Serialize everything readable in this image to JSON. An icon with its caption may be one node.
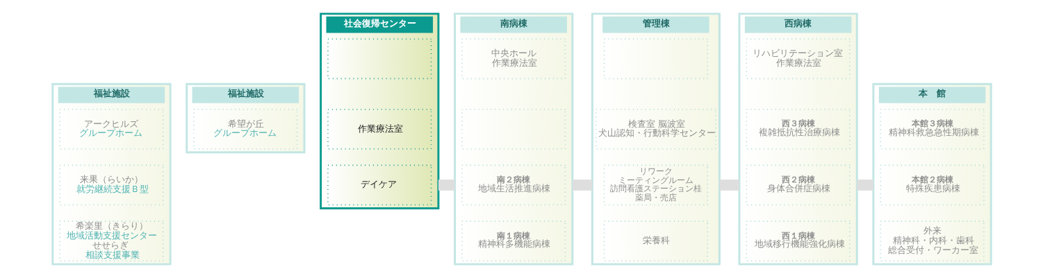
{
  "diagram": {
    "nodes": [
      {
        "text": [
          "福祉施設"
        ]
      },
      {
        "text": [
          "アークヒルズ",
          "グループホーム"
        ],
        "in": 0
      },
      {
        "text": [
          "来果（らいか）",
          "就労継続支援Ｂ型"
        ],
        "in": 0
      },
      {
        "text": [
          "希楽里（きらり）",
          "地域活動支援センター",
          "せせらぎ",
          "相談支援事業"
        ],
        "in": 0
      },
      {
        "text": [
          "福祉施設"
        ]
      },
      {
        "text": [
          "希望が丘",
          "グループホーム"
        ],
        "in": 4
      },
      {
        "text": [
          "社会復帰センター"
        ]
      },
      {
        "text": [],
        "shape": "box",
        "in": 6
      },
      {
        "text": [
          "作業療法室"
        ],
        "in": 6
      },
      {
        "text": [
          "デイケア"
        ],
        "in": 6
      },
      {
        "text": [
          "南病棟"
        ]
      },
      {
        "text": [
          "中央ホール",
          "作業療法室"
        ],
        "in": 10
      },
      {
        "text": [],
        "shape": "box",
        "in": 10
      },
      {
        "text": [
          "南２病棟",
          "地域生活推進病棟"
        ],
        "in": 10
      },
      {
        "text": [
          "南１病棟",
          "精神科多機能病棟"
        ],
        "in": 10
      },
      {
        "text": [
          "管理棟"
        ]
      },
      {
        "text": [],
        "shape": "box",
        "in": 15
      },
      {
        "text": [
          "検査室 脳波室",
          "犬山認知・行動科学センター"
        ],
        "in": 15
      },
      {
        "text": [
          "リワーク",
          "ミーティングルーム",
          "訪問看護ステーション桂",
          "薬局・売店"
        ],
        "in": 15
      },
      {
        "text": [
          "栄養科"
        ],
        "in": 15
      },
      {
        "text": [
          "西病棟"
        ]
      },
      {
        "text": [
          "リハビリテーション室",
          "作業療法室"
        ],
        "in": 20
      },
      {
        "text": [
          "西３病棟",
          "複雑抵抗性治療病棟"
        ],
        "in": 20
      },
      {
        "text": [
          "西２病棟",
          "身体合併症病棟"
        ],
        "in": 20
      },
      {
        "text": [
          "西１病棟",
          "地域移行機能強化病棟"
        ],
        "in": 20
      },
      {
        "text": [
          "本　館"
        ]
      },
      {
        "text": [
          "本館３病棟",
          "精神科救急急性期病棟"
        ],
        "in": 25
      },
      {
        "text": [
          "本館２病棟",
          "特殊疾患病棟"
        ],
        "in": 25
      },
      {
        "text": [
          "外来",
          "精神科・内科・歯科",
          "総合受付・ワーカー室"
        ],
        "in": 25
      }
    ],
    "edges": [
      {
        "from": 6,
        "to": 10,
        "arrow": "none"
      },
      {
        "from": 10,
        "to": 15,
        "arrow": "none"
      },
      {
        "from": 15,
        "to": 20,
        "arrow": "none"
      },
      {
        "from": 20,
        "to": 25,
        "arrow": "none"
      }
    ]
  }
}
